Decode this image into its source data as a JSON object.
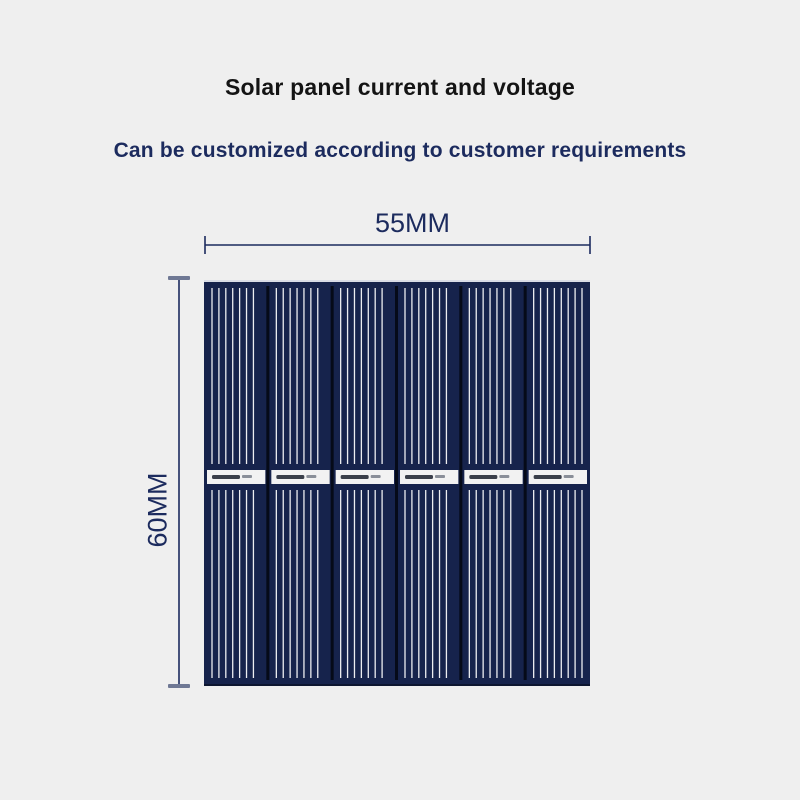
{
  "header": {
    "title": "Solar panel current and voltage",
    "subtitle": "Can be customized according to customer requirements"
  },
  "dimensions": {
    "width_label": "55MM",
    "height_label": "60MM",
    "line_color": "#1c2b5e"
  },
  "panel": {
    "cell_color": "#16234c",
    "cells_count": 6,
    "finger_color": "#ffffff",
    "busbar_color": "#f2f2f2"
  }
}
